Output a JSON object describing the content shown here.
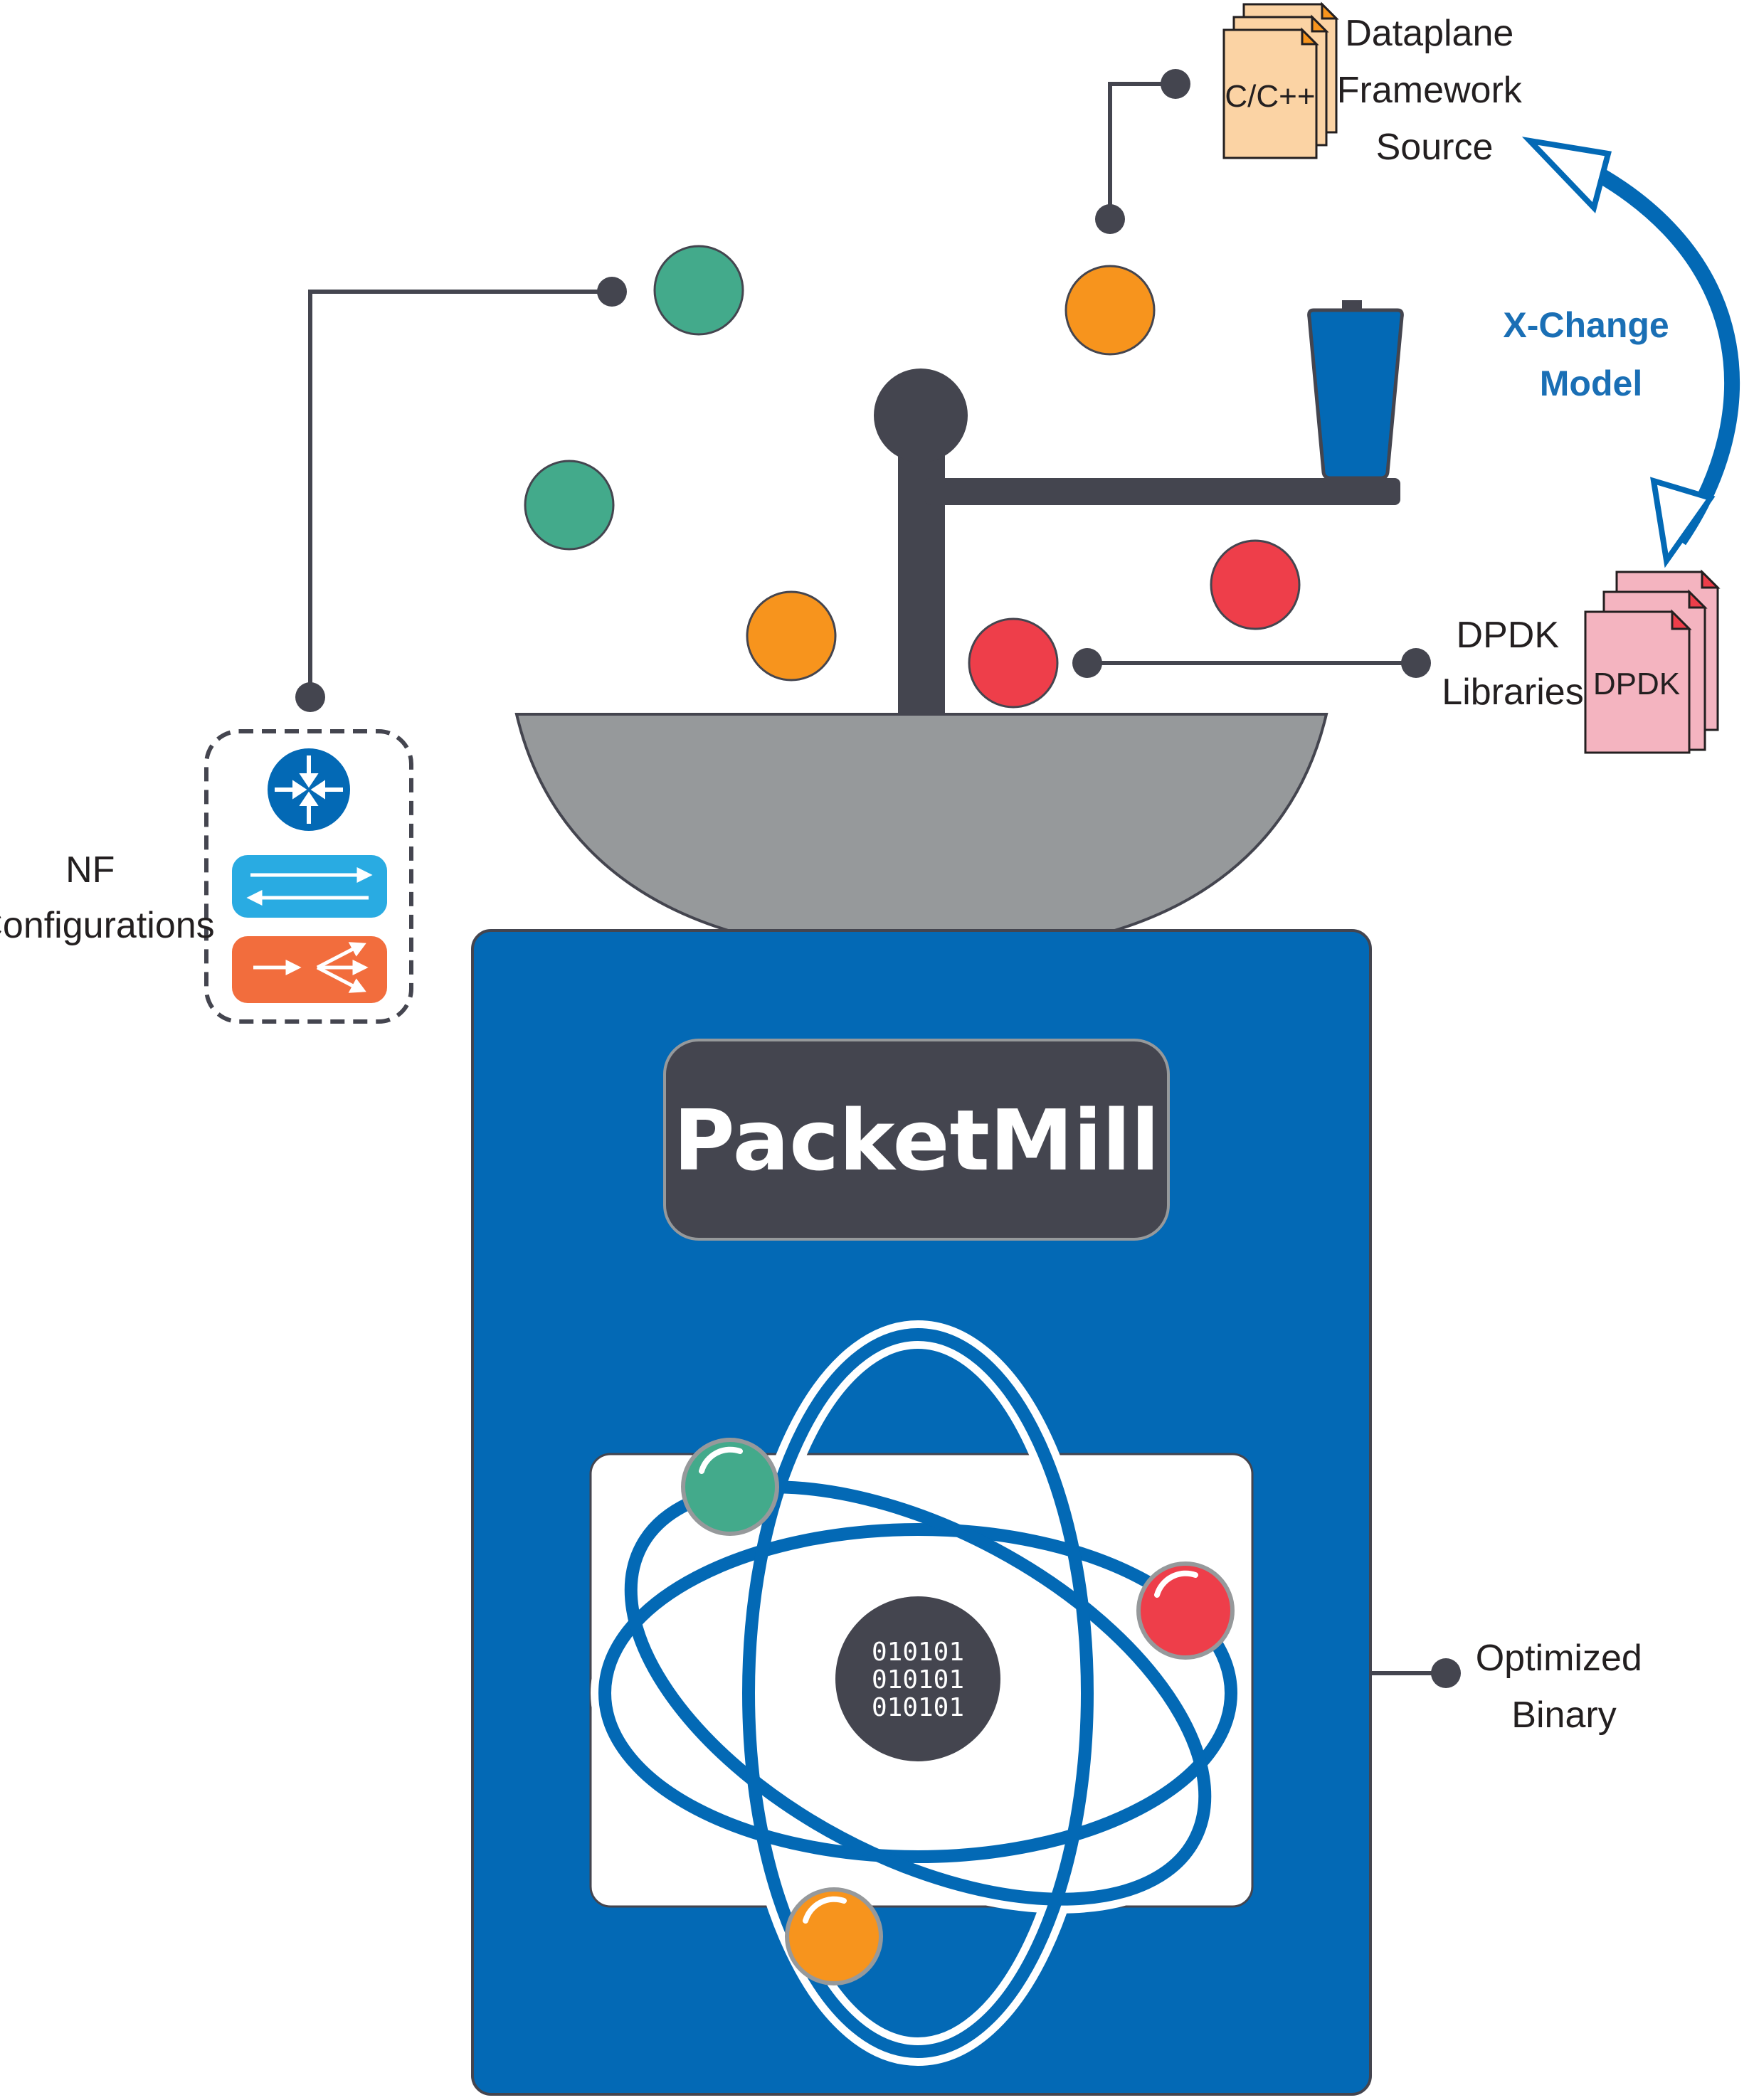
{
  "title": "PacketMill",
  "labels": {
    "dataplane": [
      "Dataplane",
      "Framework",
      "Source"
    ],
    "xchange": [
      "X-Change",
      "Model"
    ],
    "dpdk_libraries": [
      "DPDK",
      "Libraries"
    ],
    "nf_configurations": [
      "NF",
      "Configurations"
    ],
    "optimized_binary": [
      "Optimized",
      "Binary"
    ]
  },
  "documents": {
    "source_doc_text": "C/C++",
    "dpdk_doc_text": "DPDK"
  },
  "binary_lines": [
    "010101",
    "010101",
    "010101"
  ],
  "colors": {
    "blue": "#0369b5",
    "dark": "#44454f",
    "green": "#43aa8b",
    "orange": "#f7941d",
    "red": "#ee3e4a",
    "gray": "#96999b",
    "accent_text": "#1a6fb5"
  }
}
